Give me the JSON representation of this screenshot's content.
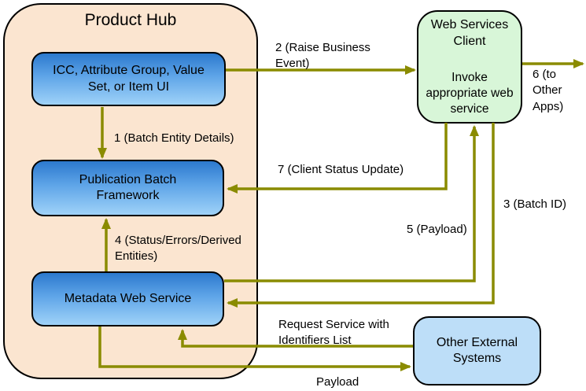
{
  "diagram": {
    "title": "Product Hub",
    "nodes": {
      "icc": {
        "label": "ICC, Attribute Group, Value\nSet, or Item UI"
      },
      "pbf": {
        "label": "Publication Batch\nFramework"
      },
      "mws": {
        "label": "Metadata Web Service"
      },
      "wsc": {
        "title": "Web Services\nClient",
        "body": "Invoke\nappropriate web\nservice"
      },
      "oes": {
        "label": "Other External\nSystems"
      }
    },
    "edge_labels": {
      "e1": "1 (Batch Entity Details)",
      "e2": "2 (Raise Business\nEvent)",
      "e3": "3 (Batch ID)",
      "e4": "4 (Status/Errors/Derived\nEntities)",
      "e5": "5 (Payload)",
      "e6": "6 (to\nOther\nApps)",
      "e7": "7 (Client Status Update)",
      "e8": "Request Service with\nIdentifiers List",
      "e9": "Payload"
    },
    "colors": {
      "container_fill": "#FBE5D0",
      "blue_node_top": "#2C79CE",
      "blue_node_bottom": "#9FD2F8",
      "web_services_client_fill": "#D8F6D8",
      "other_external_systems_fill": "#BDDEF8",
      "arrow": "#8A8B00",
      "border": "#000000"
    }
  }
}
